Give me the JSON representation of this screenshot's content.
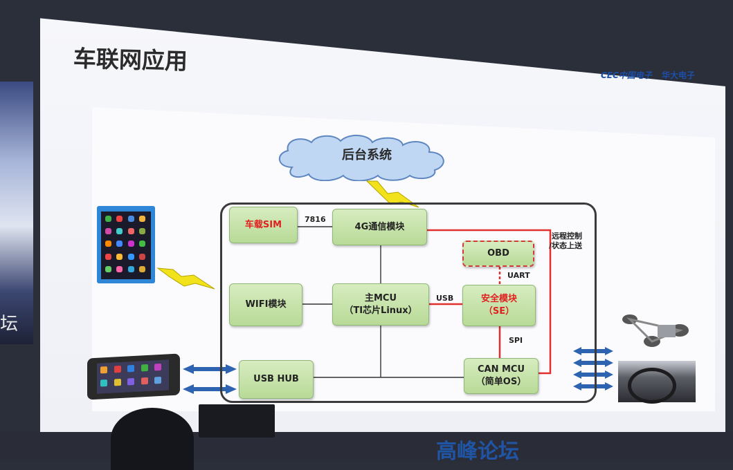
{
  "slide": {
    "title": "车联网应用",
    "logo_cec": "CEC中国电子",
    "logo_huada": "华大电子"
  },
  "diagram": {
    "cloud_label": "后台系统",
    "boxes": {
      "sim": "车载SIM",
      "comm4g": "4G通信模块",
      "obd": "OBD",
      "wifi": "WIFI模块",
      "mcu_line1": "主MCU",
      "mcu_line2": "（TI芯片Linux）",
      "se_line1": "安全模块",
      "se_line2": "（SE）",
      "usbhub": "USB HUB",
      "canmcu_line1": "CAN MCU",
      "canmcu_line2": "（简单OS）"
    },
    "labels": {
      "iso7816": "7816",
      "usb": "USB",
      "uart": "UART",
      "spi": "SPI",
      "remote_line1": "远程控制",
      "remote_line2": "/状态上送"
    }
  },
  "colors": {
    "box_fill": "#c4e1a6",
    "accent_red": "#e0201e",
    "arrow_blue": "#2d63b0"
  },
  "bottom_banner": "高峰论坛"
}
